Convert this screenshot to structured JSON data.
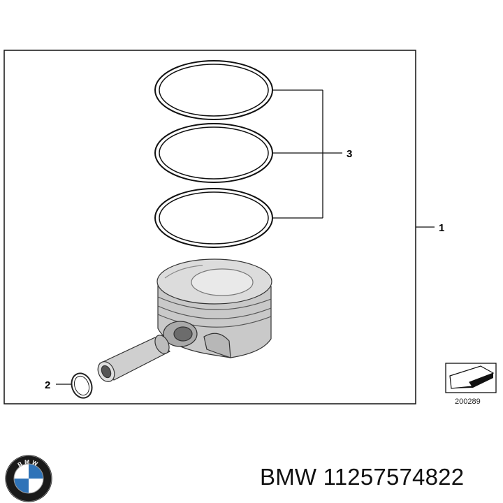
{
  "diagram": {
    "callouts": [
      {
        "id": "1"
      },
      {
        "id": "2"
      },
      {
        "id": "3"
      }
    ],
    "callout_labels": {
      "c1": "1",
      "c2": "2",
      "c3": "3"
    },
    "reference_number": "200289"
  },
  "caption": {
    "brand": "BMW",
    "part_number": "11257574822"
  },
  "logo": {
    "letters": "BMW",
    "colors": {
      "ring": "#1a1a1a",
      "blue": "#2f73b8",
      "white": "#ffffff"
    }
  }
}
